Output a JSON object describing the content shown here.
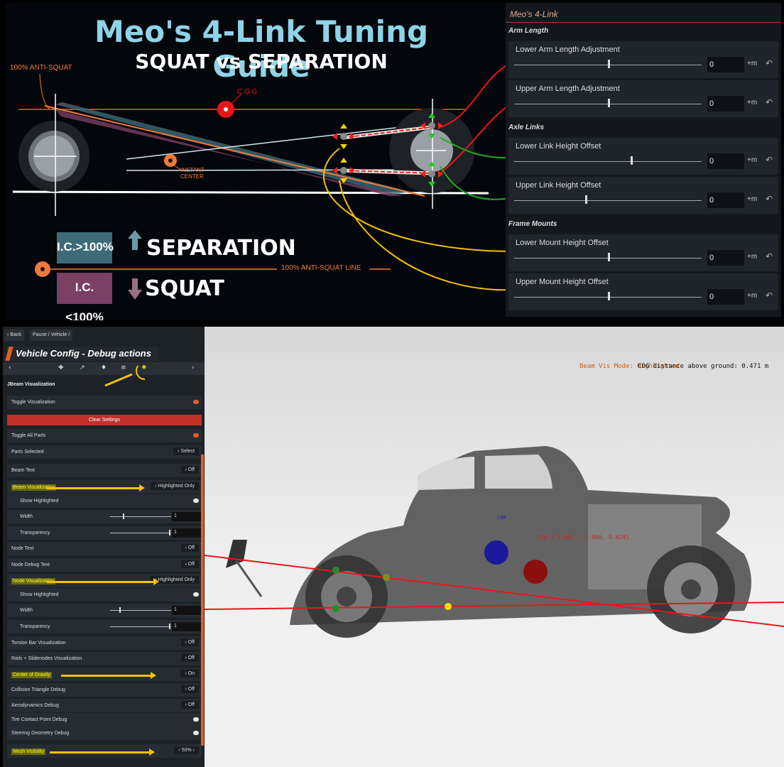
{
  "guide": {
    "title": "Meo's 4-Link Tuning Guide",
    "subtitle": "SQUAT vs SEPARATION",
    "anti_squat_label": "100% ANTI-SQUAT",
    "cog_label": "C.O.G",
    "instant_center_label": "INSTANT\nCENTER",
    "ic_greater": "I.C.>100%",
    "ic_less": "I.C.<100%",
    "separation": "SEPARATION",
    "squat": "SQUAT",
    "anti_squat_line": "100% ANTI-SQUAT LINE"
  },
  "tuning_panel": {
    "title": "Meo's 4-Link",
    "sections": [
      {
        "name": "Arm Length",
        "rows": [
          {
            "label": "Lower Arm Length Adjustment",
            "value": "0",
            "unit": "+m",
            "level": 0.5
          },
          {
            "label": "Upper Arm Length Adjustment",
            "value": "0",
            "unit": "+m",
            "level": 0.5
          }
        ]
      },
      {
        "name": "Axle Links",
        "rows": [
          {
            "label": "Lower Link Height Offset",
            "value": "0",
            "unit": "+m",
            "level": 0.62
          },
          {
            "label": "Upper Link Height Offset",
            "value": "0",
            "unit": "+m",
            "level": 0.38
          }
        ]
      },
      {
        "name": "Frame Mounts",
        "rows": [
          {
            "label": "Lower Mount Height Offset",
            "value": "0",
            "unit": "+m",
            "level": 0.5
          },
          {
            "label": "Upper Mount Height Offset",
            "value": "0",
            "unit": "+m",
            "level": 0.5
          }
        ]
      }
    ]
  },
  "debug": {
    "back": "Back",
    "breadcrumb": "Pause / Vehicle /",
    "title": "Vehicle Config - Debug actions",
    "section": "JBeam Visualization",
    "toggle_visualization": "Toggle Visualization",
    "clear_settings": "Clear Settings",
    "toggle_all_parts": "Toggle All Parts",
    "parts_selected": "Parts Selected",
    "parts_selected_value": "Select",
    "beam_text": "Beam Text",
    "beam_text_value": "Off",
    "beam_visualization": "Beam Visualization",
    "beam_visualization_value": "Highlighted Only",
    "show_highlighted": "Show Highlighted",
    "width": "Width",
    "width_value": "1",
    "transparency": "Transparency",
    "transparency_value": "1",
    "node_text": "Node Text",
    "node_text_value": "Off",
    "node_debug_text": "Node Debug Text",
    "node_debug_text_value": "Off",
    "node_visualization": "Node Visualization",
    "node_visualization_value": "Highlighted Only",
    "show_highlighted_2": "Show Highlighted",
    "width_2": "Width",
    "width_2_value": "1",
    "transparency_2": "Transparency",
    "transparency_2_value": "1",
    "torsion_bar": "Torsion Bar Visualization",
    "torsion_bar_value": "Off",
    "rails": "Rails + Slidenodes Visualization",
    "rails_value": "Off",
    "cog": "Center of Gravity",
    "cog_value": "On",
    "collision": "Collision Triangle Debug",
    "collision_value": "Off",
    "aero": "Aerodynamics Debug",
    "aero_value": "Off",
    "tire_contact": "Tire Contact Point Debug",
    "steering": "Steering Geometry Debug",
    "mesh_visibility": "Mesh Visibility",
    "mesh_visibility_value": "50%"
  },
  "viewport": {
    "beam_vis_mode": "Beam Vis Mode: Highlighted",
    "cog_distance": "COG distance above ground: 0.471 m",
    "cop": "COP",
    "cog_coords": "COG (-0.061, -0.066, 0.624)"
  },
  "colors": {
    "accent": "#e06020",
    "highlight": "#f5c000",
    "red_line": "#e8161a",
    "guide_title": "#8fd3e8"
  }
}
